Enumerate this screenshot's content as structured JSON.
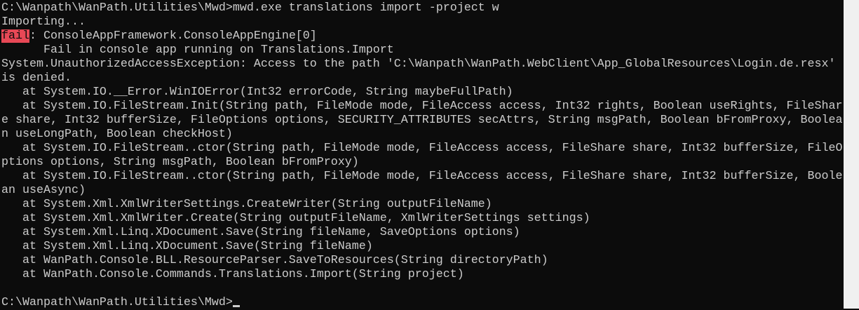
{
  "console": {
    "command_line": "C:\\Wanpath\\WanPath.Utilities\\Mwd>mwd.exe translations import -project w",
    "importing": "Importing...",
    "fail_tag": "fail",
    "fail_rest": ": ConsoleAppFramework.ConsoleAppEngine[0]",
    "lines": [
      "      Fail in console app running on Translations.Import",
      "System.UnauthorizedAccessException: Access to the path 'C:\\Wanpath\\WanPath.WebClient\\App_GlobalResources\\Login.de.resx'",
      "is denied.",
      "   at System.IO.__Error.WinIOError(Int32 errorCode, String maybeFullPath)",
      "   at System.IO.FileStream.Init(String path, FileMode mode, FileAccess access, Int32 rights, Boolean useRights, FileShar",
      "e share, Int32 bufferSize, FileOptions options, SECURITY_ATTRIBUTES secAttrs, String msgPath, Boolean bFromProxy, Boolea",
      "n useLongPath, Boolean checkHost)",
      "   at System.IO.FileStream..ctor(String path, FileMode mode, FileAccess access, FileShare share, Int32 bufferSize, FileO",
      "ptions options, String msgPath, Boolean bFromProxy)",
      "   at System.IO.FileStream..ctor(String path, FileMode mode, FileAccess access, FileShare share, Int32 bufferSize, Boole",
      "an useAsync)",
      "   at System.Xml.XmlWriterSettings.CreateWriter(String outputFileName)",
      "   at System.Xml.XmlWriter.Create(String outputFileName, XmlWriterSettings settings)",
      "   at System.Xml.Linq.XDocument.Save(String fileName, SaveOptions options)",
      "   at System.Xml.Linq.XDocument.Save(String fileName)",
      "   at WanPath.Console.BLL.ResourceParser.SaveToResources(String directoryPath)",
      "   at WanPath.Console.Commands.Translations.Import(String project)"
    ],
    "prompt": "C:\\Wanpath\\WanPath.Utilities\\Mwd>"
  }
}
